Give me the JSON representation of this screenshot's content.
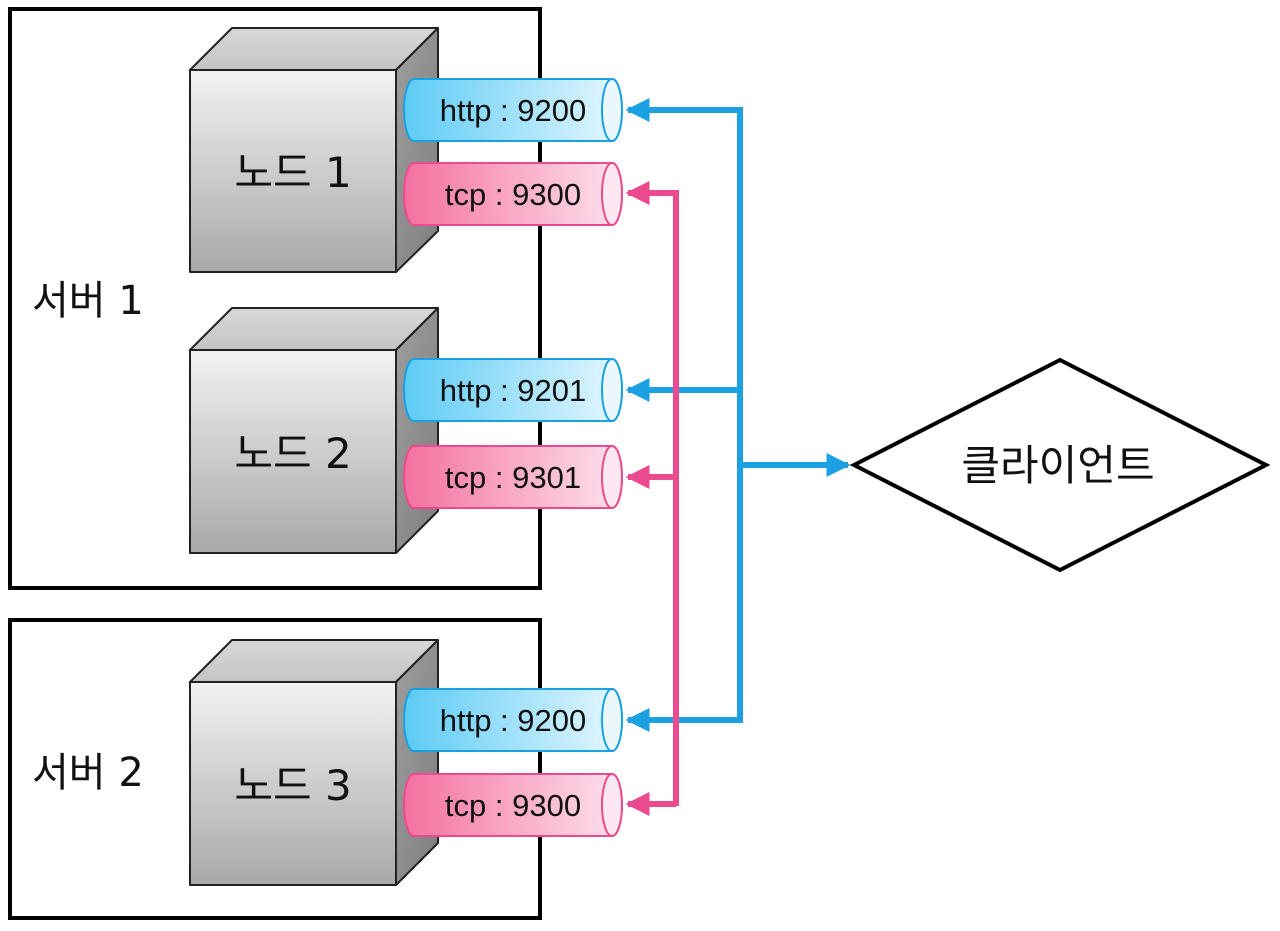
{
  "colors": {
    "http_line": "#1BA1E2",
    "tcp_line": "#EC4A8E",
    "http_port_fill_dark": "#5CCBF5",
    "http_port_fill_light": "#E6F7FE",
    "tcp_port_fill_dark": "#F4709E",
    "tcp_port_fill_light": "#FDE3EE",
    "cube_light": "#F2F2F2",
    "cube_dark": "#9A9A9A"
  },
  "servers": [
    {
      "label": "서버 1",
      "nodes": [
        {
          "label": "노드 1",
          "ports": [
            {
              "type": "http",
              "label": "http : 9200"
            },
            {
              "type": "tcp",
              "label": "tcp : 9300"
            }
          ]
        },
        {
          "label": "노드 2",
          "ports": [
            {
              "type": "http",
              "label": "http : 9201"
            },
            {
              "type": "tcp",
              "label": "tcp : 9301"
            }
          ]
        }
      ]
    },
    {
      "label": "서버 2",
      "nodes": [
        {
          "label": "노드 3",
          "ports": [
            {
              "type": "http",
              "label": "http : 9200"
            },
            {
              "type": "tcp",
              "label": "tcp : 9300"
            }
          ]
        }
      ]
    }
  ],
  "client": {
    "label": "클라이언트"
  }
}
